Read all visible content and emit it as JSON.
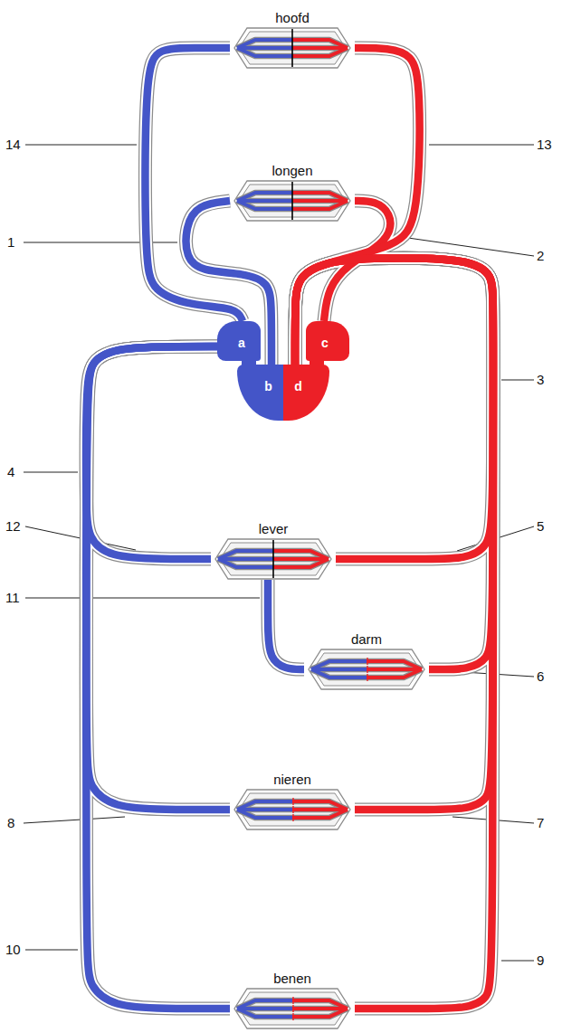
{
  "diagram": {
    "nodes": [
      {
        "text": [
          "hoofd"
        ]
      },
      {
        "text": [
          "longen"
        ]
      },
      {
        "text": [
          "a"
        ]
      },
      {
        "text": [
          "c"
        ]
      },
      {
        "text": [
          "b"
        ]
      },
      {
        "text": [
          "d"
        ]
      },
      {
        "text": [
          "lever"
        ]
      },
      {
        "text": [
          "darm"
        ]
      },
      {
        "text": [
          "nieren"
        ]
      },
      {
        "text": [
          "benen"
        ]
      }
    ],
    "edges": [
      {
        "from": 4,
        "to": 1,
        "arrow": "none"
      },
      {
        "from": 1,
        "to": 3,
        "arrow": "none"
      },
      {
        "from": 5,
        "to": 0,
        "arrow": "none"
      },
      {
        "from": 0,
        "to": 2,
        "arrow": "none"
      },
      {
        "from": 2,
        "to": 4,
        "arrow": "none"
      },
      {
        "from": 3,
        "to": 5,
        "arrow": "none"
      },
      {
        "from": 5,
        "to": 6,
        "arrow": "none"
      },
      {
        "from": 5,
        "to": 7,
        "arrow": "none"
      },
      {
        "from": 5,
        "to": 8,
        "arrow": "none"
      },
      {
        "from": 5,
        "to": 9,
        "arrow": "none"
      },
      {
        "from": 7,
        "to": 6,
        "arrow": "none"
      },
      {
        "from": 6,
        "to": 2,
        "arrow": "none"
      },
      {
        "from": 8,
        "to": 2,
        "arrow": "none"
      },
      {
        "from": 9,
        "to": 2,
        "arrow": "none"
      }
    ],
    "labels": [
      "14",
      "13",
      "1",
      "2",
      "3",
      "4",
      "12",
      "5",
      "11",
      "6",
      "8",
      "7",
      "10",
      "9"
    ]
  }
}
